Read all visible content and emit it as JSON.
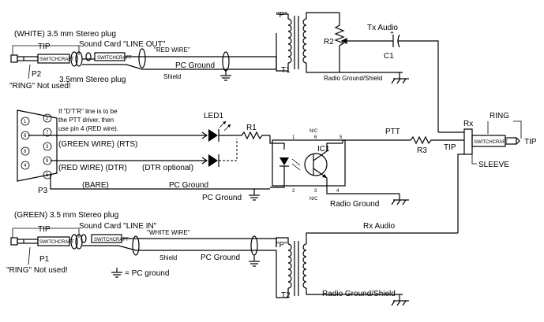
{
  "labels": {
    "white_plug": "(WHITE) 3.5 mm Stereo plug",
    "tip_top": "TIP",
    "sc_line_out": "Sound Card \"LINE OUT\"",
    "red_wire": "\"RED WIRE\"",
    "p2": "P2",
    "stereo_plug_mid": "3.5mm Stereo plug",
    "ring_not_used_top": "\"RING\" Not used!",
    "shield_top": "Shield",
    "pc_ground_top": "PC Ground",
    "t1_p": "\"P\"",
    "t1": "T1",
    "r2": "R2",
    "tx_audio": "Tx Audio",
    "c1": "C1",
    "radio_ground_shield_top": "Radio Ground/Shield",
    "dtr_note_1": "If \"D'T'R\" line is to be",
    "dtr_note_2": "the PTT driver, then",
    "dtr_note_3": "use pin 4 (RED wire).",
    "led1": "LED1",
    "r1": "R1",
    "green_wire_rts": "(GREEN WIRE) (RTS)",
    "red_wire_dtr": "(RED WIRE) (DTR)",
    "dtr_optional": "(DTR optional)",
    "bare": "(BARE)",
    "pc_ground_mid1": "PC Ground",
    "pc_ground_mid2": "PC Ground",
    "p3": "P3",
    "nc_top": "N/C",
    "nc_bot": "N/C",
    "ic1": "IC1",
    "ptt": "PTT",
    "r3": "R3",
    "tip_right": "TIP",
    "rx": "Rx",
    "ring_right": "RING",
    "tip_far_right": "TIP",
    "sleeve": "SLEEVE",
    "radio_ground_mid": "Radio Ground",
    "green_plug": "(GREEN) 3.5 mm Stereo plug",
    "tip_bottom": "TIP",
    "sc_line_in": "Sound Card \"LINE IN\"",
    "white_wire": "\"WHITE WIRE\"",
    "p1": "P1",
    "ring_not_used_bot": "\"RING\" Not used!",
    "shield_bot": "Shield",
    "pc_ground_bot": "PC Ground",
    "pc_ground_legend": "= PC ground",
    "rx_audio": "Rx Audio",
    "t2_p": "\"P\"",
    "t2": "T2",
    "radio_ground_shield_bot": "Radio Ground/Shield",
    "plug_marking": "SWITCHCRAFT",
    "db9_pins": [
      "1",
      "2",
      "6",
      "7",
      "8",
      "3",
      "4",
      "9",
      "5"
    ],
    "ic_pins": [
      "1",
      "2",
      "6",
      "5",
      "3",
      "4"
    ]
  }
}
